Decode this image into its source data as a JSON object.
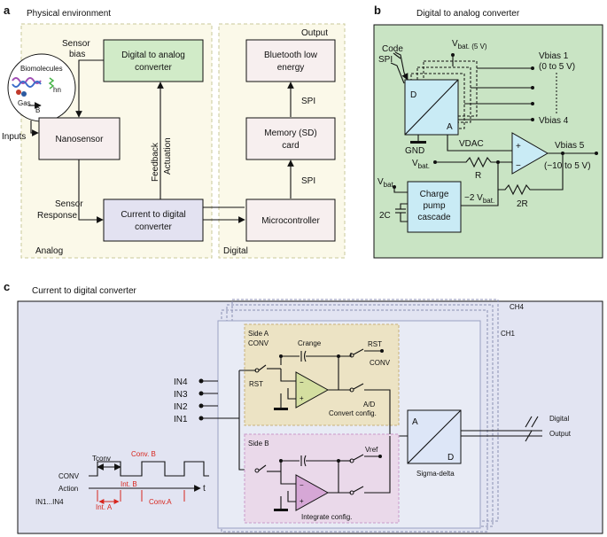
{
  "panel_a": {
    "letter": "a",
    "physical_environment": "Physical environment",
    "biomolecules": "Biomolecules",
    "gas": "Gas",
    "b": "B",
    "hn": "hn",
    "inputs": "Inputs",
    "sensor_bias_1": "Sensor",
    "sensor_bias_2": "bias",
    "nanosensor": "Nanosensor",
    "dac_1": "Digital to analog",
    "dac_2": "converter",
    "feedback": "Feedback",
    "actuation": "Actuation",
    "sensor_response_1": "Sensor",
    "sensor_response_2": "Response",
    "cdc_1": "Current to digital",
    "cdc_2": "converter",
    "analog": "Analog",
    "output": "Output",
    "ble_1": "Bluetooth low",
    "ble_2": "energy",
    "spi_top": "SPI",
    "memory_1": "Memory (SD)",
    "memory_2": "card",
    "spi_bottom": "SPI",
    "microcontroller": "Microcontroller",
    "digital": "Digital"
  },
  "panel_b": {
    "letter": "b",
    "title": "Digital to analog converter",
    "code": "Code",
    "spi": "SPI",
    "vbat_5v": "V",
    "vbat_5v_sub": "bat. (5 V)",
    "d": "D",
    "a": "A",
    "vbias1": "Vbias 1",
    "vbias1_range": "(0 to 5 V)",
    "vbias4": "Vbias 4",
    "gnd": "GND",
    "vdac": "VDAC",
    "vbias5": "Vbias 5",
    "vbias5_range": "(−10 to 5 V)",
    "vbat1": "V",
    "vbat1_sub": "bat.",
    "r": "R",
    "vbat2": "V",
    "vbat2_sub": "bat.",
    "charge_pump_1": "Charge",
    "charge_pump_2": "pump",
    "charge_pump_3": "cascade",
    "neg_vbat": "−2 V",
    "neg_vbat_sub": "bat.",
    "two_r": "2R",
    "two_c": "2C",
    "plus": "+",
    "minus": "−"
  },
  "panel_c": {
    "letter": "c",
    "title": "Current to digital converter",
    "ch4": "CH4",
    "ch1": "CH1",
    "side_a_1": "Side A",
    "side_a_2": "CONV",
    "crange": "Crange",
    "rst_1": "RST",
    "rst_2": "RST",
    "conv": "CONV",
    "ad_convert_1": "A/D",
    "ad_convert_2": "Convert config.",
    "in4": "IN4",
    "in3": "IN3",
    "in2": "IN2",
    "in1": "IN1",
    "side_b": "Side B",
    "vref": "Vref",
    "integrate": "Integrate config.",
    "sd_a": "A",
    "sd_d": "D",
    "sigma_delta": "Sigma-delta",
    "digital_output_1": "Digital",
    "digital_output_2": "Output",
    "tconv": "Tconv",
    "conv_b": "Conv. B",
    "conv_label": "CONV",
    "action": "Action",
    "int_b": "Int. B",
    "t": "t",
    "in1_in4": "IN1...IN4",
    "int_a": "Int. A",
    "conv_a": "Conv.A"
  },
  "colors": {
    "panel_a_bg": "#fbf9e9",
    "dac_box": "#d1ebc8",
    "node_box": "#f7efef",
    "cdc_box": "#e3e2f1",
    "panel_b_bg": "#c9e4c4",
    "blue_box": "#c9ebf5",
    "panel_c_bg": "#e2e4f2",
    "side_a": "#ece3c4",
    "side_b": "#ead9ea",
    "sigma_box": "#dde6f7",
    "red": "#d7261e"
  }
}
